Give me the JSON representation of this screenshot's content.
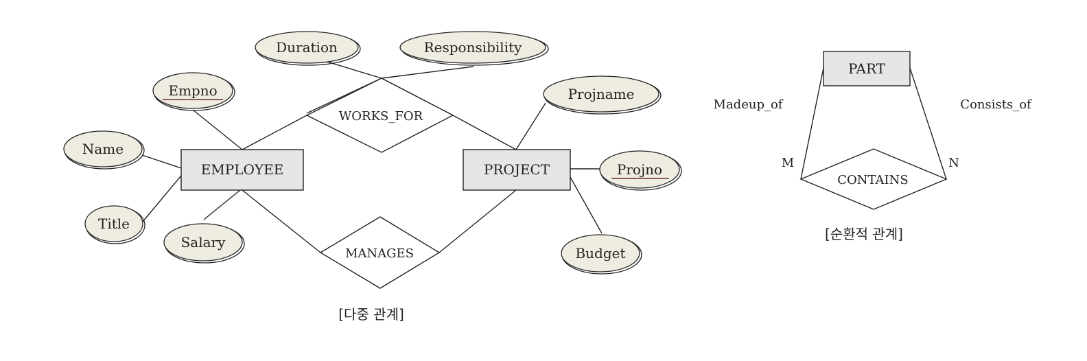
{
  "multi": {
    "entities": {
      "employee": "EMPLOYEE",
      "project": "PROJECT"
    },
    "relationships": {
      "works_for": "WORKS_FOR",
      "manages": "MANAGES"
    },
    "attributes": {
      "duration": "Duration",
      "responsibility": "Responsibility",
      "empno": "Empno",
      "name": "Name",
      "title": "Title",
      "salary": "Salary",
      "projname": "Projname",
      "projno": "Projno",
      "budget": "Budget"
    },
    "caption": "[다중 관계]"
  },
  "recursive": {
    "entity": "PART",
    "relationship": "CONTAINS",
    "role_left": "Madeup_of",
    "role_right": "Consists_of",
    "card_left": "M",
    "card_right": "N",
    "caption": "[순환적 관계]"
  }
}
